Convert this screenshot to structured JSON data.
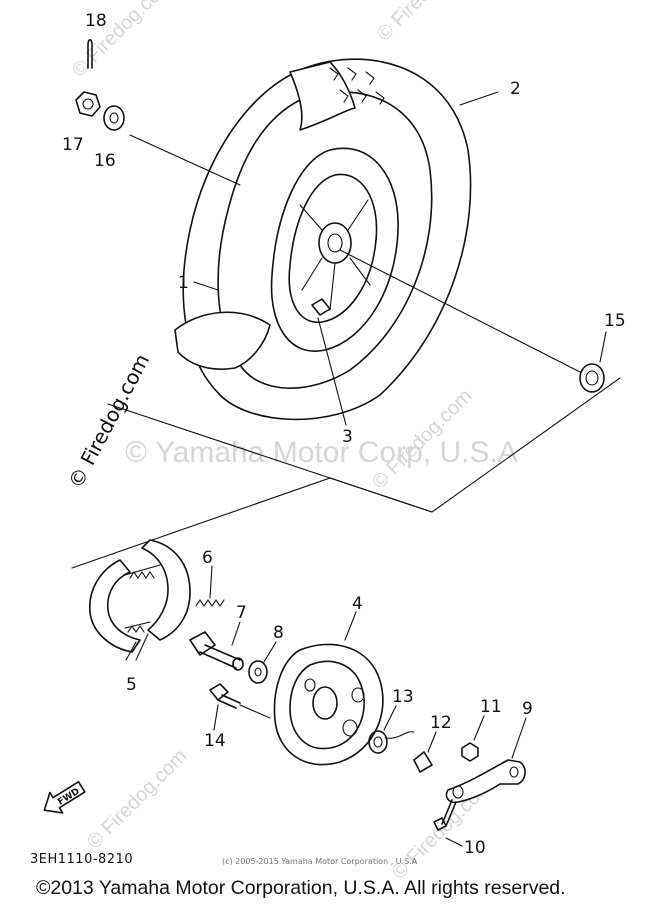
{
  "watermarks": {
    "main": "© Yamaha Motor Corp, U.S.A",
    "site": "© Firedog.com",
    "site_upper": "© Firedog.com",
    "site_right": "© Firedog.com",
    "site_bottom_left": "© Firedog.com",
    "site_bottom_right": "© Firedog.com",
    "site_left_vertical": "© Firedog.com"
  },
  "fwd_arrow_text": "FWD",
  "diagram_code": "3EH1110-8210",
  "small_copyright": "(c) 2005-2015 Yamaha Motor Corporation , U.S.A",
  "footer_copyright": "©2013 Yamaha Motor Corporation, U.S.A. All rights reserved.",
  "callouts": {
    "c1": "1",
    "c2": "2",
    "c3": "3",
    "c4": "4",
    "c5": "5",
    "c6": "6",
    "c7": "7",
    "c8": "8",
    "c9": "9",
    "c10": "10",
    "c11": "11",
    "c12": "12",
    "c13": "13",
    "c14": "14",
    "c15": "15",
    "c16": "16",
    "c17": "17",
    "c18": "18"
  }
}
